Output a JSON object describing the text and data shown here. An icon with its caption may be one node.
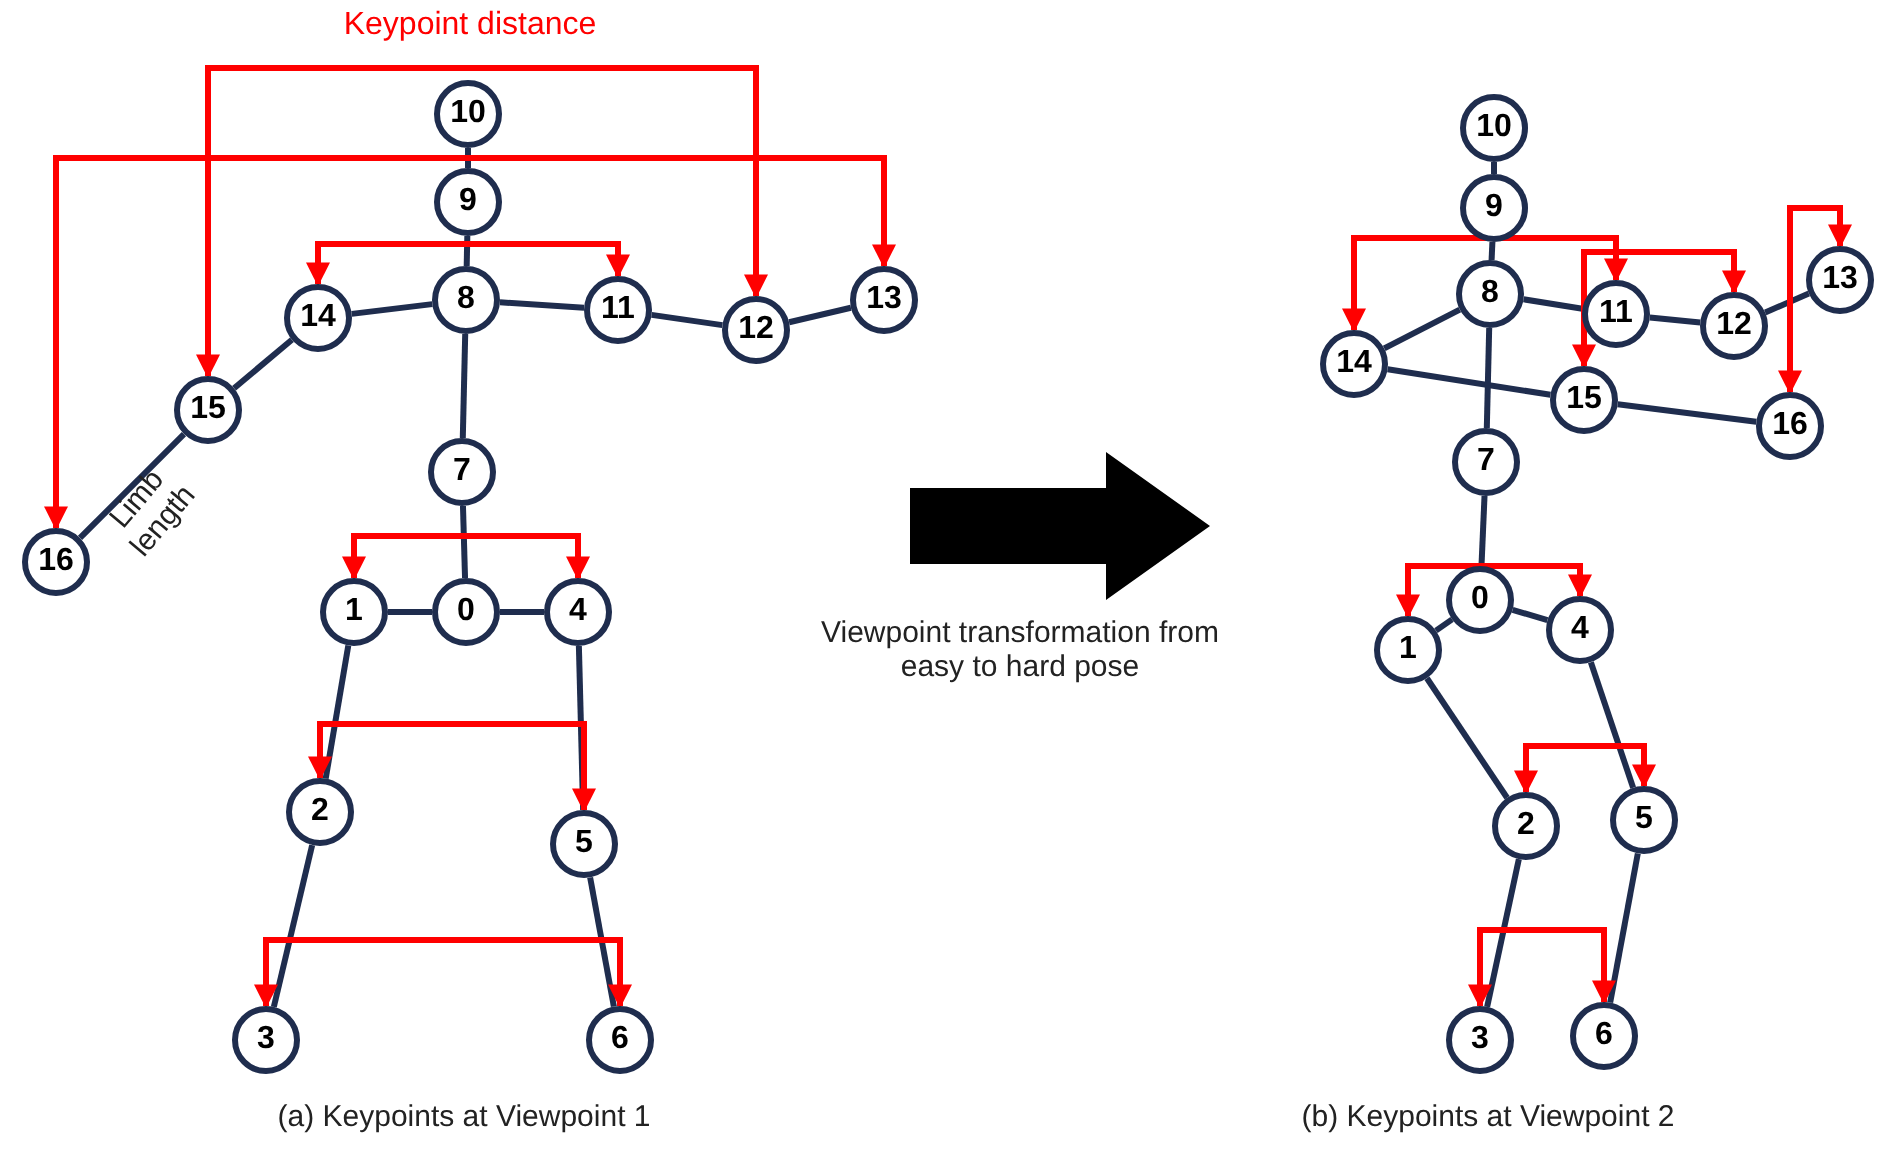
{
  "diagram": {
    "nodes": [
      {
        "text": [
          "10"
        ]
      },
      {
        "text": [
          "9"
        ]
      },
      {
        "text": [
          "8"
        ]
      },
      {
        "text": [
          "14"
        ]
      },
      {
        "text": [
          "11"
        ]
      },
      {
        "text": [
          "12"
        ]
      },
      {
        "text": [
          "13"
        ]
      },
      {
        "text": [
          "15"
        ]
      },
      {
        "text": [
          "7"
        ]
      },
      {
        "text": [
          "16"
        ]
      },
      {
        "text": [
          "1"
        ]
      },
      {
        "text": [
          "0"
        ]
      },
      {
        "text": [
          "4"
        ]
      },
      {
        "text": [
          "2"
        ]
      },
      {
        "text": [
          "5"
        ]
      },
      {
        "text": [
          "3"
        ]
      },
      {
        "text": [
          "6"
        ]
      },
      {
        "text": [
          "10"
        ]
      },
      {
        "text": [
          "9"
        ]
      },
      {
        "text": [
          "8"
        ]
      },
      {
        "text": [
          "11"
        ]
      },
      {
        "text": [
          "12"
        ]
      },
      {
        "text": [
          "13"
        ]
      },
      {
        "text": [
          "14"
        ]
      },
      {
        "text": [
          "15"
        ]
      },
      {
        "text": [
          "16"
        ]
      },
      {
        "text": [
          "7"
        ]
      },
      {
        "text": [
          "0"
        ]
      },
      {
        "text": [
          "4"
        ]
      },
      {
        "text": [
          "1"
        ]
      },
      {
        "text": [
          "2"
        ]
      },
      {
        "text": [
          "5"
        ]
      },
      {
        "text": [
          "3"
        ]
      },
      {
        "text": [
          "6"
        ]
      }
    ],
    "edges": [
      {
        "from": 0,
        "to": 1,
        "arrow": "none"
      },
      {
        "from": 1,
        "to": 2,
        "arrow": "none"
      },
      {
        "from": 2,
        "to": 3,
        "arrow": "none"
      },
      {
        "from": 3,
        "to": 7,
        "arrow": "none"
      },
      {
        "from": 7,
        "to": 9,
        "arrow": "none"
      },
      {
        "from": 2,
        "to": 4,
        "arrow": "none"
      },
      {
        "from": 4,
        "to": 5,
        "arrow": "none"
      },
      {
        "from": 5,
        "to": 6,
        "arrow": "none"
      },
      {
        "from": 2,
        "to": 8,
        "arrow": "none"
      },
      {
        "from": 8,
        "to": 11,
        "arrow": "none"
      },
      {
        "from": 11,
        "to": 10,
        "arrow": "none"
      },
      {
        "from": 11,
        "to": 12,
        "arrow": "none"
      },
      {
        "from": 10,
        "to": 13,
        "arrow": "none"
      },
      {
        "from": 13,
        "to": 15,
        "arrow": "none"
      },
      {
        "from": 12,
        "to": 14,
        "arrow": "none"
      },
      {
        "from": 14,
        "to": 16,
        "arrow": "none"
      },
      {
        "from": 3,
        "to": 4,
        "arrow": "both",
        "color": "#ff0000"
      },
      {
        "from": 7,
        "to": 5,
        "arrow": "both",
        "color": "#ff0000"
      },
      {
        "from": 9,
        "to": 6,
        "arrow": "both",
        "color": "#ff0000"
      },
      {
        "from": 10,
        "to": 12,
        "arrow": "both",
        "color": "#ff0000"
      },
      {
        "from": 13,
        "to": 14,
        "arrow": "both",
        "color": "#ff0000"
      },
      {
        "from": 15,
        "to": 16,
        "arrow": "both",
        "color": "#ff0000"
      },
      {
        "from": 17,
        "to": 18,
        "arrow": "none"
      },
      {
        "from": 18,
        "to": 19,
        "arrow": "none"
      },
      {
        "from": 19,
        "to": 23,
        "arrow": "none"
      },
      {
        "from": 23,
        "to": 24,
        "arrow": "none"
      },
      {
        "from": 24,
        "to": 25,
        "arrow": "none"
      },
      {
        "from": 19,
        "to": 20,
        "arrow": "none"
      },
      {
        "from": 20,
        "to": 21,
        "arrow": "none"
      },
      {
        "from": 21,
        "to": 22,
        "arrow": "none"
      },
      {
        "from": 19,
        "to": 26,
        "arrow": "none"
      },
      {
        "from": 26,
        "to": 27,
        "arrow": "none"
      },
      {
        "from": 27,
        "to": 29,
        "arrow": "none"
      },
      {
        "from": 27,
        "to": 28,
        "arrow": "none"
      },
      {
        "from": 29,
        "to": 30,
        "arrow": "none"
      },
      {
        "from": 30,
        "to": 32,
        "arrow": "none"
      },
      {
        "from": 28,
        "to": 31,
        "arrow": "none"
      },
      {
        "from": 31,
        "to": 33,
        "arrow": "none"
      },
      {
        "from": 23,
        "to": 20,
        "arrow": "both",
        "color": "#ff0000"
      },
      {
        "from": 24,
        "to": 21,
        "arrow": "both",
        "color": "#ff0000"
      },
      {
        "from": 25,
        "to": 22,
        "arrow": "both",
        "color": "#ff0000"
      },
      {
        "from": 29,
        "to": 28,
        "arrow": "both",
        "color": "#ff0000"
      },
      {
        "from": 30,
        "to": 31,
        "arrow": "both",
        "color": "#ff0000"
      },
      {
        "from": 32,
        "to": 33,
        "arrow": "both",
        "color": "#ff0000"
      }
    ],
    "labels": [
      "Keypoint distance",
      "Limb length",
      "Viewpoint transformation from easy to hard pose",
      "(a) Keypoints at Viewpoint 1",
      "(b) Keypoints at Viewpoint 2"
    ]
  }
}
